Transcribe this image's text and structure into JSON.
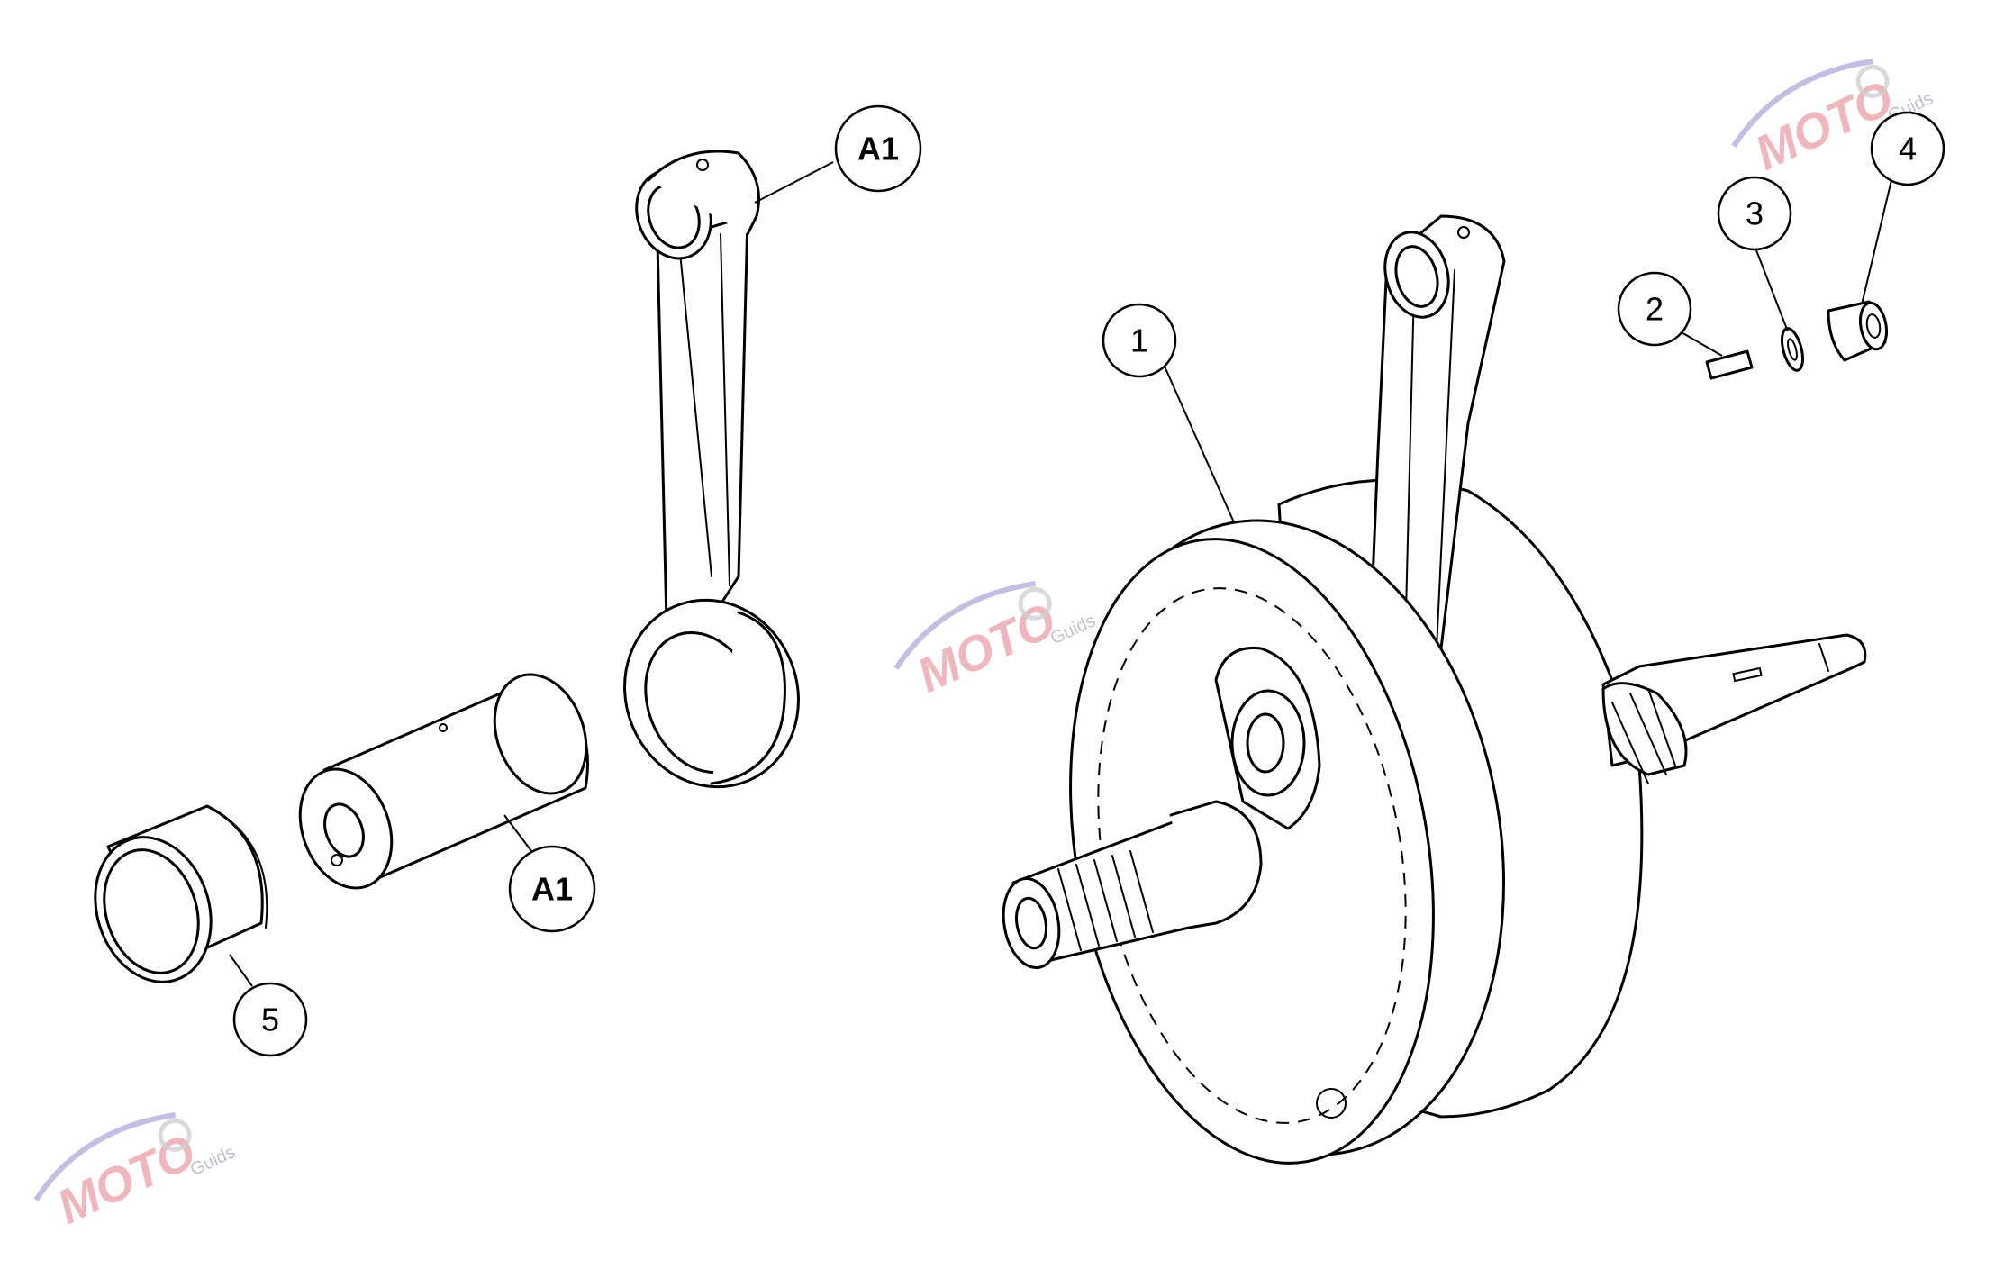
{
  "callouts": [
    {
      "id": "A1-rod",
      "label": "A1",
      "bold": true
    },
    {
      "id": "A1-pin",
      "label": "A1",
      "bold": true
    },
    {
      "id": "1",
      "label": "1",
      "bold": false
    },
    {
      "id": "2",
      "label": "2",
      "bold": false
    },
    {
      "id": "3",
      "label": "3",
      "bold": false
    },
    {
      "id": "4",
      "label": "4",
      "bold": false
    },
    {
      "id": "5",
      "label": "5",
      "bold": false
    }
  ],
  "watermark": {
    "brand": "MOTO",
    "sub": "Guids"
  },
  "colors": {
    "line": "#000000",
    "background": "#ffffff",
    "watermark_red": "#e8a0a8",
    "watermark_purple": "#a9a2d6"
  }
}
